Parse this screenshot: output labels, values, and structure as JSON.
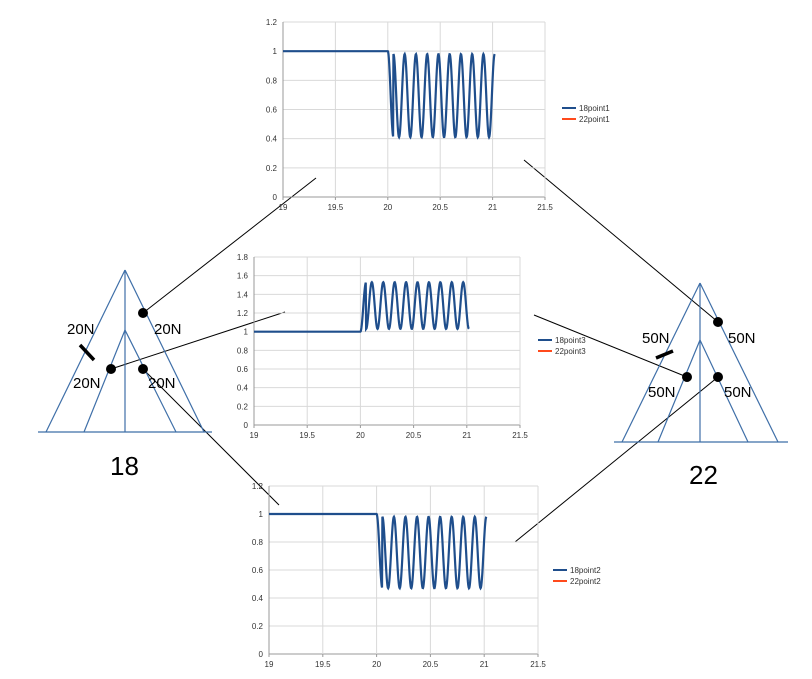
{
  "colors": {
    "series_a": "#1f4e8c",
    "series_b": "#ff4a1c",
    "truss": "#3f6fa8",
    "grid": "#d9d9d9",
    "axis": "#999999",
    "connector": "#000000"
  },
  "trusses": [
    {
      "id": "truss-18",
      "label": "18",
      "loads": [
        "20N",
        "20N",
        "20N",
        "20N"
      ]
    },
    {
      "id": "truss-22",
      "label": "22",
      "loads": [
        "50N",
        "50N",
        "50N",
        "50N"
      ]
    }
  ],
  "chart_data": [
    {
      "id": "point1",
      "type": "line",
      "xlim": [
        19,
        21.5
      ],
      "ylim": [
        0,
        1.2
      ],
      "x_ticks": [
        "19",
        "19.5",
        "20",
        "20.5",
        "21",
        "21.5"
      ],
      "y_ticks": [
        "0",
        "0.2",
        "0.4",
        "0.6",
        "0.8",
        "1",
        "1.2"
      ],
      "series": [
        {
          "name": "18point1",
          "color": "#1f4e8c",
          "baseline": 1,
          "osc_start": 20.0,
          "osc_end": 21.02,
          "peak": 0.98,
          "trough": 0.41,
          "cycles": 9.5
        },
        {
          "name": "22point1",
          "color": "#ff4a1c"
        }
      ]
    },
    {
      "id": "point3",
      "type": "line",
      "xlim": [
        19,
        21.5
      ],
      "ylim": [
        0,
        1.8
      ],
      "x_ticks": [
        "19",
        "19.5",
        "20",
        "20.5",
        "21",
        "21.5"
      ],
      "y_ticks": [
        "0",
        "0.2",
        "0.4",
        "0.6",
        "0.8",
        "1",
        "1.2",
        "1.4",
        "1.6",
        "1.8"
      ],
      "series": [
        {
          "name": "18point3",
          "color": "#1f4e8c",
          "baseline": 1,
          "osc_start": 20.0,
          "osc_end": 21.02,
          "peak": 1.53,
          "trough": 1.03,
          "cycles": 9.5,
          "rising": true
        },
        {
          "name": "22point3",
          "color": "#ff4a1c"
        }
      ]
    },
    {
      "id": "point2",
      "type": "line",
      "xlim": [
        19,
        21.5
      ],
      "ylim": [
        0,
        1.2
      ],
      "x_ticks": [
        "19",
        "19.5",
        "20",
        "20.5",
        "21",
        "21.5"
      ],
      "y_ticks": [
        "0",
        "0.2",
        "0.4",
        "0.6",
        "0.8",
        "1",
        "1.2"
      ],
      "series": [
        {
          "name": "18point2",
          "color": "#1f4e8c",
          "baseline": 1,
          "osc_start": 20.0,
          "osc_end": 21.02,
          "peak": 0.98,
          "trough": 0.47,
          "cycles": 9.5
        },
        {
          "name": "22point2",
          "color": "#ff4a1c"
        }
      ]
    }
  ]
}
